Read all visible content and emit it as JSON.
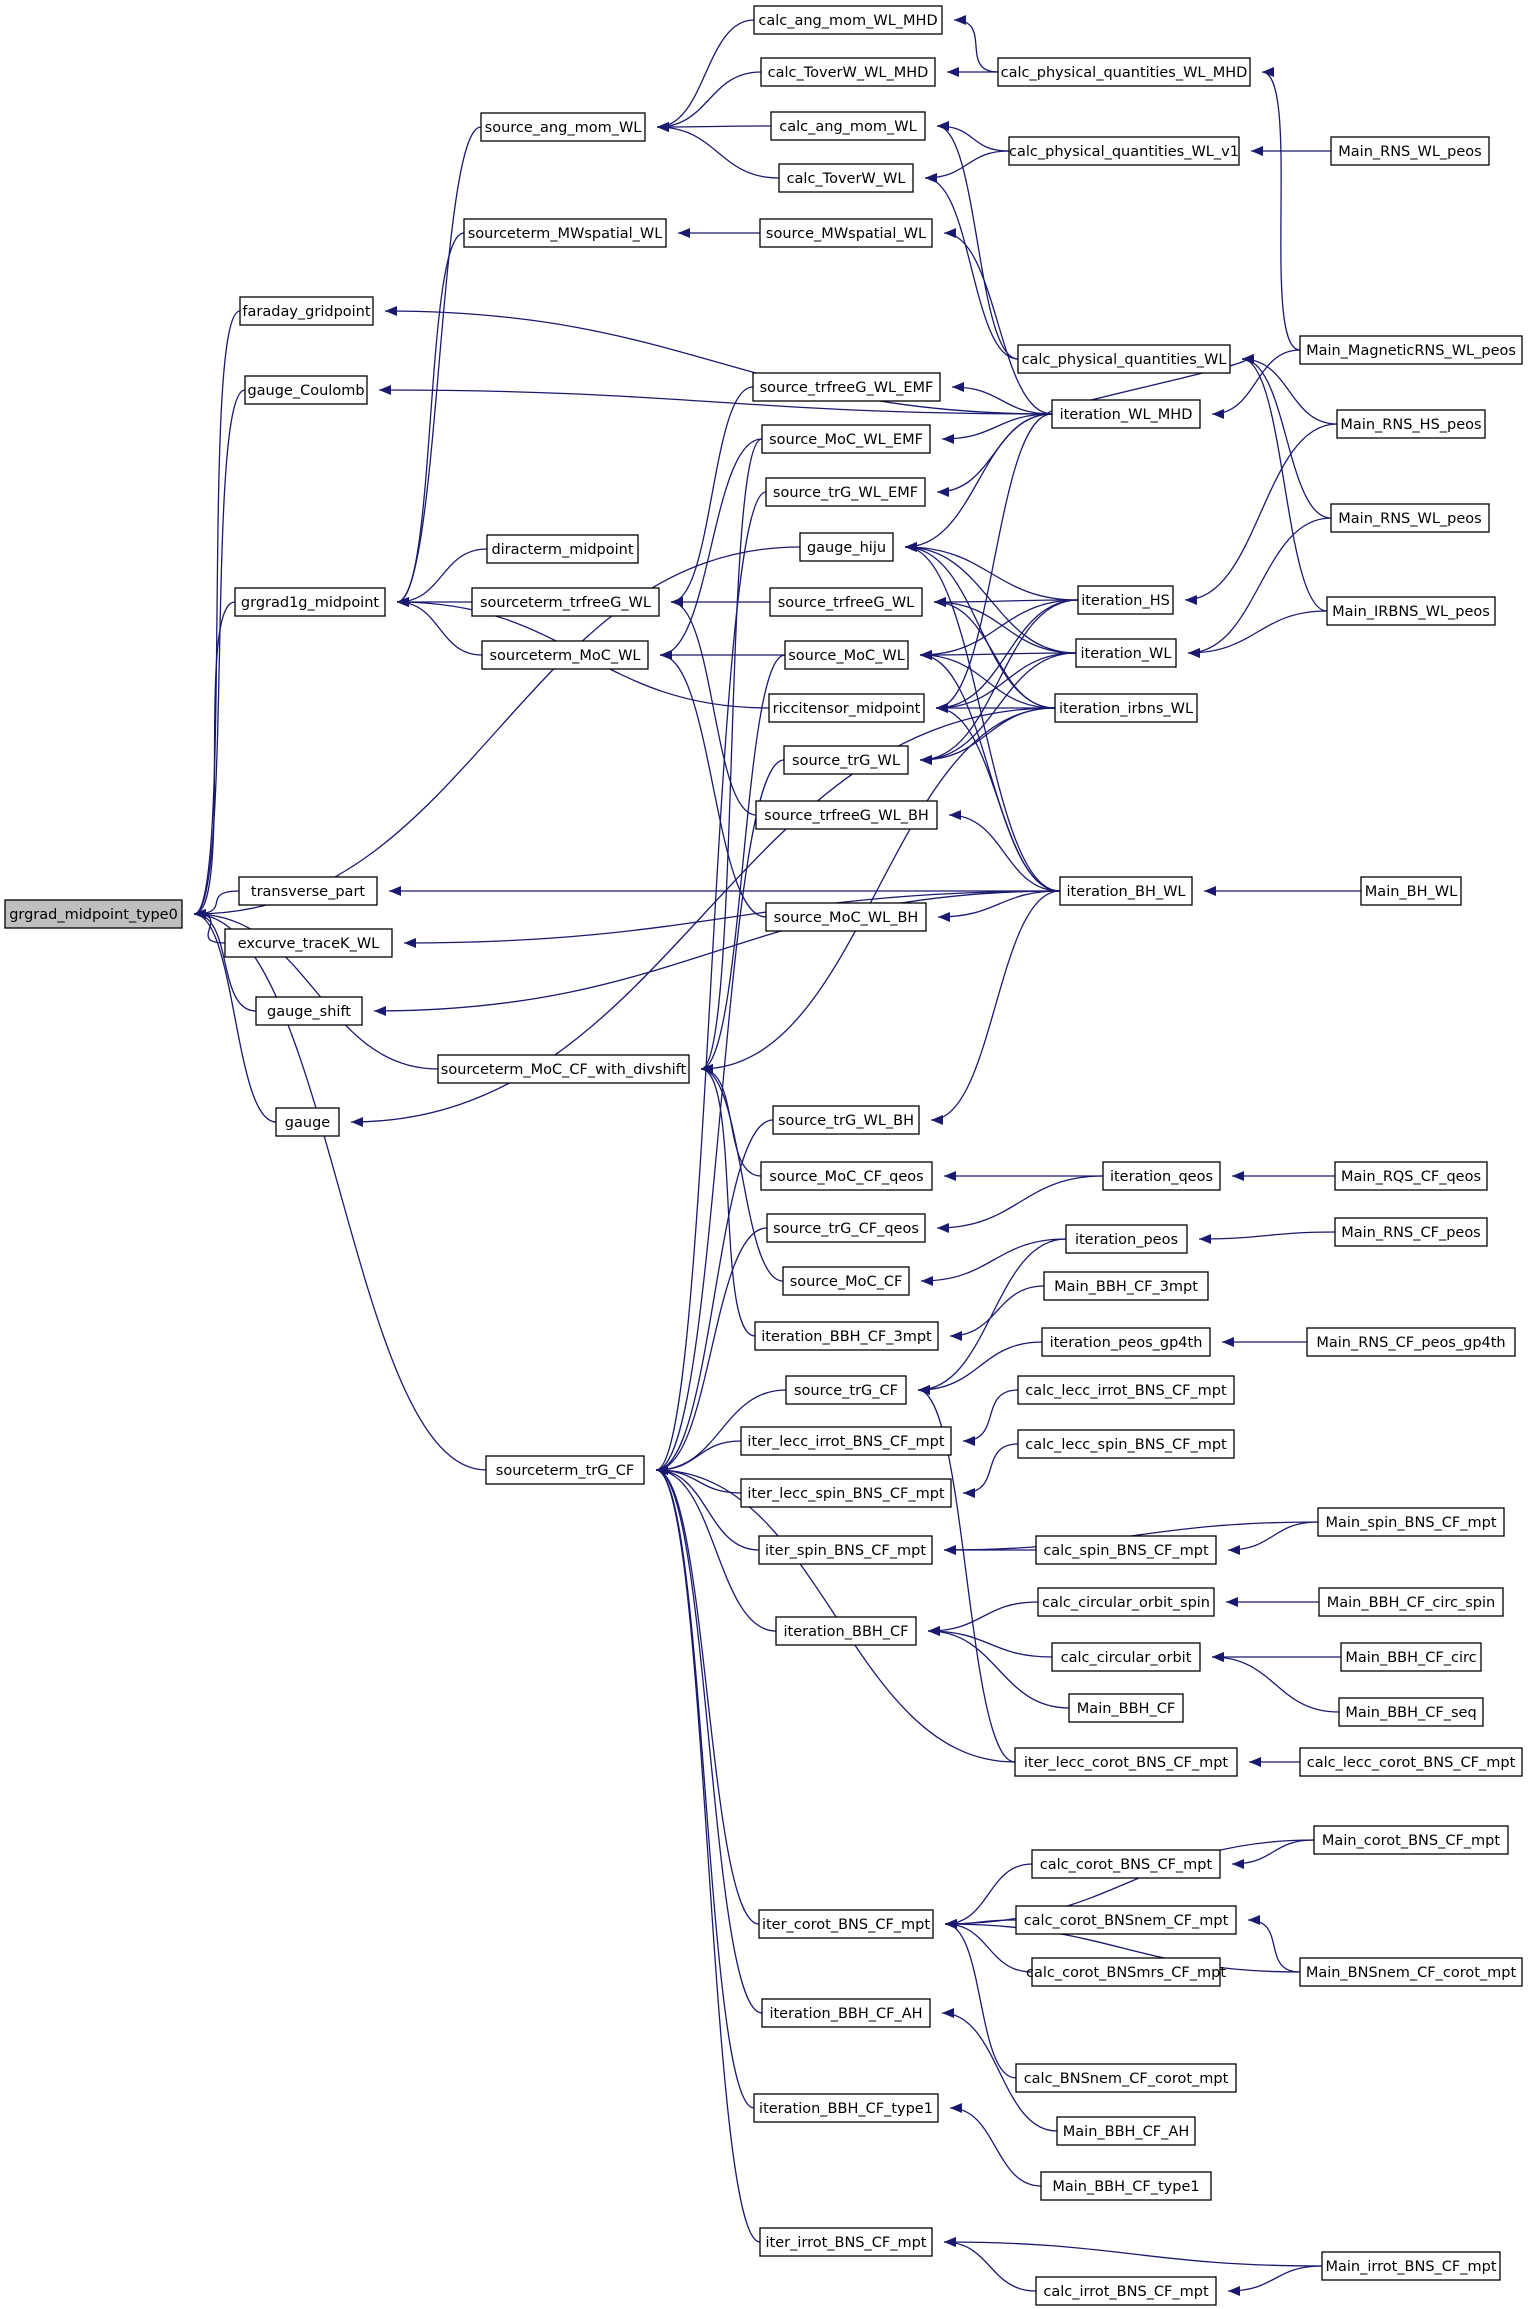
{
  "graph": {
    "root": "n0",
    "colors": {
      "edge": "#191970",
      "root_fill": "#bfbfbf",
      "node_fill": "#ffffff",
      "node_border": "#000000"
    },
    "nodes": [
      {
        "id": "n0",
        "label": "grgrad_midpoint_type0"
      },
      {
        "id": "n1",
        "label": "faraday_gridpoint"
      },
      {
        "id": "n2",
        "label": "gauge_Coulomb"
      },
      {
        "id": "n3",
        "label": "grgrad1g_midpoint"
      },
      {
        "id": "n4",
        "label": "transverse_part"
      },
      {
        "id": "n5",
        "label": "excurve_traceK_WL"
      },
      {
        "id": "n6",
        "label": "gauge_shift"
      },
      {
        "id": "n7",
        "label": "gauge"
      },
      {
        "id": "n8",
        "label": "sourceterm_trG_CF"
      },
      {
        "id": "n9",
        "label": "source_ang_mom_WL"
      },
      {
        "id": "n10",
        "label": "sourceterm_MWspatial_WL"
      },
      {
        "id": "n11",
        "label": "diracterm_midpoint"
      },
      {
        "id": "n12",
        "label": "sourceterm_trfreeG_WL"
      },
      {
        "id": "n13",
        "label": "sourceterm_MoC_WL"
      },
      {
        "id": "n14",
        "label": "sourceterm_MoC_CF_with_divshift"
      },
      {
        "id": "n15",
        "label": "calc_ang_mom_WL_MHD"
      },
      {
        "id": "n16",
        "label": "calc_ToverW_WL_MHD"
      },
      {
        "id": "n17",
        "label": "calc_ang_mom_WL"
      },
      {
        "id": "n18",
        "label": "calc_ToverW_WL"
      },
      {
        "id": "n19",
        "label": "source_MWspatial_WL"
      },
      {
        "id": "n20",
        "label": "source_trfreeG_WL_EMF"
      },
      {
        "id": "n21",
        "label": "source_MoC_WL_EMF"
      },
      {
        "id": "n22",
        "label": "source_trG_WL_EMF"
      },
      {
        "id": "n23",
        "label": "gauge_hiju"
      },
      {
        "id": "n24",
        "label": "source_trfreeG_WL"
      },
      {
        "id": "n25",
        "label": "source_MoC_WL"
      },
      {
        "id": "n26",
        "label": "riccitensor_midpoint"
      },
      {
        "id": "n27",
        "label": "source_trG_WL"
      },
      {
        "id": "n28",
        "label": "source_trfreeG_WL_BH"
      },
      {
        "id": "n29",
        "label": "source_MoC_WL_BH"
      },
      {
        "id": "n30",
        "label": "source_trG_WL_BH"
      },
      {
        "id": "n31",
        "label": "source_MoC_CF_qeos"
      },
      {
        "id": "n32",
        "label": "source_trG_CF_qeos"
      },
      {
        "id": "n33",
        "label": "source_MoC_CF"
      },
      {
        "id": "n34",
        "label": "iteration_BBH_CF_3mpt"
      },
      {
        "id": "n35",
        "label": "source_trG_CF"
      },
      {
        "id": "n36",
        "label": "iter_lecc_irrot_BNS_CF_mpt"
      },
      {
        "id": "n37",
        "label": "iter_lecc_spin_BNS_CF_mpt"
      },
      {
        "id": "n38",
        "label": "iter_spin_BNS_CF_mpt"
      },
      {
        "id": "n39",
        "label": "iteration_BBH_CF"
      },
      {
        "id": "n40",
        "label": "iter_corot_BNS_CF_mpt"
      },
      {
        "id": "n41",
        "label": "iteration_BBH_CF_AH"
      },
      {
        "id": "n42",
        "label": "iteration_BBH_CF_type1"
      },
      {
        "id": "n43",
        "label": "iter_irrot_BNS_CF_mpt"
      },
      {
        "id": "n44",
        "label": "calc_physical_quantities_WL_MHD"
      },
      {
        "id": "n45",
        "label": "calc_physical_quantities_WL_v1"
      },
      {
        "id": "n46",
        "label": "calc_physical_quantities_WL"
      },
      {
        "id": "n47",
        "label": "iteration_WL_MHD"
      },
      {
        "id": "n48",
        "label": "iteration_HS"
      },
      {
        "id": "n49",
        "label": "iteration_WL"
      },
      {
        "id": "n50",
        "label": "iteration_irbns_WL"
      },
      {
        "id": "n51",
        "label": "iteration_BH_WL"
      },
      {
        "id": "n52",
        "label": "iteration_qeos"
      },
      {
        "id": "n53",
        "label": "iteration_peos"
      },
      {
        "id": "n54",
        "label": "Main_BBH_CF_3mpt"
      },
      {
        "id": "n55",
        "label": "iteration_peos_gp4th"
      },
      {
        "id": "n56",
        "label": "calc_lecc_irrot_BNS_CF_mpt"
      },
      {
        "id": "n57",
        "label": "calc_lecc_spin_BNS_CF_mpt"
      },
      {
        "id": "n58",
        "label": "calc_spin_BNS_CF_mpt"
      },
      {
        "id": "n59",
        "label": "calc_circular_orbit_spin"
      },
      {
        "id": "n60",
        "label": "calc_circular_orbit"
      },
      {
        "id": "n61",
        "label": "Main_BBH_CF"
      },
      {
        "id": "n62",
        "label": "iter_lecc_corot_BNS_CF_mpt"
      },
      {
        "id": "n63",
        "label": "calc_corot_BNS_CF_mpt"
      },
      {
        "id": "n64",
        "label": "calc_corot_BNSnem_CF_mpt"
      },
      {
        "id": "n65",
        "label": "calc_corot_BNSmrs_CF_mpt"
      },
      {
        "id": "n66",
        "label": "calc_BNSnem_CF_corot_mpt"
      },
      {
        "id": "n67",
        "label": "Main_BBH_CF_AH"
      },
      {
        "id": "n68",
        "label": "Main_BBH_CF_type1"
      },
      {
        "id": "n69",
        "label": "calc_irrot_BNS_CF_mpt"
      },
      {
        "id": "n70",
        "label": "Main_RNS_WL_peos"
      },
      {
        "id": "n71",
        "label": "Main_MagneticRNS_WL_peos"
      },
      {
        "id": "n72",
        "label": "Main_RNS_HS_peos"
      },
      {
        "id": "n73",
        "label": "Main_RNS_WL_peos"
      },
      {
        "id": "n74",
        "label": "Main_IRBNS_WL_peos"
      },
      {
        "id": "n75",
        "label": "Main_BH_WL"
      },
      {
        "id": "n76",
        "label": "Main_RQS_CF_qeos"
      },
      {
        "id": "n77",
        "label": "Main_RNS_CF_peos"
      },
      {
        "id": "n78",
        "label": "Main_RNS_CF_peos_gp4th"
      },
      {
        "id": "n79",
        "label": "Main_spin_BNS_CF_mpt"
      },
      {
        "id": "n80",
        "label": "Main_BBH_CF_circ_spin"
      },
      {
        "id": "n81",
        "label": "Main_BBH_CF_circ"
      },
      {
        "id": "n82",
        "label": "Main_BBH_CF_seq"
      },
      {
        "id": "n83",
        "label": "calc_lecc_corot_BNS_CF_mpt"
      },
      {
        "id": "n84",
        "label": "Main_corot_BNS_CF_mpt"
      },
      {
        "id": "n85",
        "label": "Main_BNSnem_CF_corot_mpt"
      },
      {
        "id": "n86",
        "label": "Main_irrot_BNS_CF_mpt"
      }
    ],
    "edges": [
      [
        "n0",
        "n1"
      ],
      [
        "n0",
        "n2"
      ],
      [
        "n0",
        "n3"
      ],
      [
        "n0",
        "n4"
      ],
      [
        "n0",
        "n5"
      ],
      [
        "n0",
        "n6"
      ],
      [
        "n0",
        "n7"
      ],
      [
        "n0",
        "n8"
      ],
      [
        "n0",
        "n14"
      ],
      [
        "n0",
        "n23"
      ],
      [
        "n3",
        "n9"
      ],
      [
        "n3",
        "n10"
      ],
      [
        "n3",
        "n11"
      ],
      [
        "n3",
        "n12"
      ],
      [
        "n3",
        "n13"
      ],
      [
        "n3",
        "n26"
      ],
      [
        "n9",
        "n15"
      ],
      [
        "n9",
        "n16"
      ],
      [
        "n9",
        "n17"
      ],
      [
        "n9",
        "n18"
      ],
      [
        "n10",
        "n19"
      ],
      [
        "n12",
        "n20"
      ],
      [
        "n12",
        "n24"
      ],
      [
        "n12",
        "n28"
      ],
      [
        "n13",
        "n21"
      ],
      [
        "n13",
        "n25"
      ],
      [
        "n13",
        "n29"
      ],
      [
        "n14",
        "n21"
      ],
      [
        "n14",
        "n25"
      ],
      [
        "n14",
        "n31"
      ],
      [
        "n14",
        "n33"
      ],
      [
        "n14",
        "n34"
      ],
      [
        "n14",
        "n50"
      ],
      [
        "n8",
        "n22"
      ],
      [
        "n8",
        "n27"
      ],
      [
        "n8",
        "n30"
      ],
      [
        "n8",
        "n32"
      ],
      [
        "n8",
        "n35"
      ],
      [
        "n8",
        "n36"
      ],
      [
        "n8",
        "n37"
      ],
      [
        "n8",
        "n38"
      ],
      [
        "n8",
        "n39"
      ],
      [
        "n8",
        "n40"
      ],
      [
        "n8",
        "n41"
      ],
      [
        "n8",
        "n42"
      ],
      [
        "n8",
        "n43"
      ],
      [
        "n8",
        "n62"
      ],
      [
        "n16",
        "n44"
      ],
      [
        "n15",
        "n44"
      ],
      [
        "n17",
        "n45"
      ],
      [
        "n17",
        "n46"
      ],
      [
        "n18",
        "n45"
      ],
      [
        "n18",
        "n46"
      ],
      [
        "n19",
        "n47"
      ],
      [
        "n20",
        "n47"
      ],
      [
        "n21",
        "n47"
      ],
      [
        "n22",
        "n47"
      ],
      [
        "n23",
        "n47"
      ],
      [
        "n23",
        "n48"
      ],
      [
        "n23",
        "n49"
      ],
      [
        "n23",
        "n50"
      ],
      [
        "n23",
        "n51"
      ],
      [
        "n24",
        "n48"
      ],
      [
        "n24",
        "n49"
      ],
      [
        "n24",
        "n50"
      ],
      [
        "n25",
        "n48"
      ],
      [
        "n25",
        "n49"
      ],
      [
        "n25",
        "n50"
      ],
      [
        "n25",
        "n51"
      ],
      [
        "n26",
        "n47"
      ],
      [
        "n26",
        "n48"
      ],
      [
        "n26",
        "n49"
      ],
      [
        "n26",
        "n50"
      ],
      [
        "n26",
        "n51"
      ],
      [
        "n27",
        "n48"
      ],
      [
        "n27",
        "n49"
      ],
      [
        "n27",
        "n50"
      ],
      [
        "n28",
        "n51"
      ],
      [
        "n29",
        "n51"
      ],
      [
        "n30",
        "n51"
      ],
      [
        "n4",
        "n51"
      ],
      [
        "n5",
        "n51"
      ],
      [
        "n6",
        "n51"
      ],
      [
        "n7",
        "n50"
      ],
      [
        "n1",
        "n47"
      ],
      [
        "n2",
        "n47"
      ],
      [
        "n31",
        "n52"
      ],
      [
        "n32",
        "n52"
      ],
      [
        "n33",
        "n53"
      ],
      [
        "n34",
        "n54"
      ],
      [
        "n35",
        "n53"
      ],
      [
        "n35",
        "n55"
      ],
      [
        "n35",
        "n62"
      ],
      [
        "n36",
        "n56"
      ],
      [
        "n37",
        "n57"
      ],
      [
        "n38",
        "n58"
      ],
      [
        "n38",
        "n79"
      ],
      [
        "n39",
        "n59"
      ],
      [
        "n39",
        "n60"
      ],
      [
        "n39",
        "n61"
      ],
      [
        "n40",
        "n63"
      ],
      [
        "n40",
        "n64"
      ],
      [
        "n40",
        "n65"
      ],
      [
        "n40",
        "n66"
      ],
      [
        "n40",
        "n84"
      ],
      [
        "n40",
        "n85"
      ],
      [
        "n41",
        "n67"
      ],
      [
        "n42",
        "n68"
      ],
      [
        "n43",
        "n69"
      ],
      [
        "n43",
        "n86"
      ],
      [
        "n44",
        "n71"
      ],
      [
        "n45",
        "n70"
      ],
      [
        "n46",
        "n47"
      ],
      [
        "n46",
        "n72"
      ],
      [
        "n46",
        "n73"
      ],
      [
        "n46",
        "n74"
      ],
      [
        "n47",
        "n71"
      ],
      [
        "n48",
        "n72"
      ],
      [
        "n49",
        "n73"
      ],
      [
        "n49",
        "n74"
      ],
      [
        "n51",
        "n75"
      ],
      [
        "n52",
        "n76"
      ],
      [
        "n53",
        "n77"
      ],
      [
        "n55",
        "n78"
      ],
      [
        "n58",
        "n79"
      ],
      [
        "n59",
        "n80"
      ],
      [
        "n60",
        "n81"
      ],
      [
        "n60",
        "n82"
      ],
      [
        "n62",
        "n83"
      ],
      [
        "n63",
        "n84"
      ],
      [
        "n64",
        "n85"
      ],
      [
        "n69",
        "n86"
      ]
    ]
  }
}
